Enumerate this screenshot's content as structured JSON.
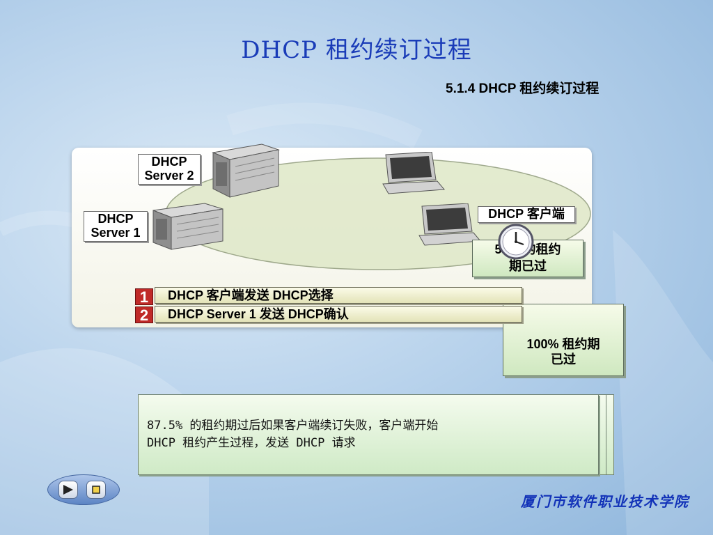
{
  "page": {
    "title": "DHCP 租约续订过程",
    "section": "5.1.4  DHCP 租约续订过程"
  },
  "diagram": {
    "server2_label_1": "DHCP",
    "server2_label_2": "Server 2",
    "server1_label_1": "DHCP",
    "server1_label_2": "Server 1",
    "client_label": "DHCP 客户端",
    "note_50_line1": "50% 的租约",
    "note_50_line2": "期已过",
    "note_100_line1": "100% 租约期",
    "note_100_line2": "已过",
    "steps": [
      {
        "num": "1",
        "text": "DHCP 客户端发送 DHCP选择"
      },
      {
        "num": "2",
        "text": "DHCP Server 1 发送 DHCP确认"
      }
    ],
    "description_line1": "87.5% 的租约期过后如果客户端续订失败，客户端开始",
    "description_line2": "DHCP 租约产生过程，发送 DHCP 请求"
  },
  "footer": {
    "school": "厦门市软件职业技术学院"
  },
  "icons": {
    "play": "play-icon",
    "stop": "stop-icon",
    "clock": "clock-icon",
    "server": "server-icon",
    "computer": "computer-icon"
  },
  "colors": {
    "title": "#1a3cb8",
    "step_badge": "#c02a28",
    "note_green": "#cfe8c0",
    "footer": "#1232b8"
  }
}
